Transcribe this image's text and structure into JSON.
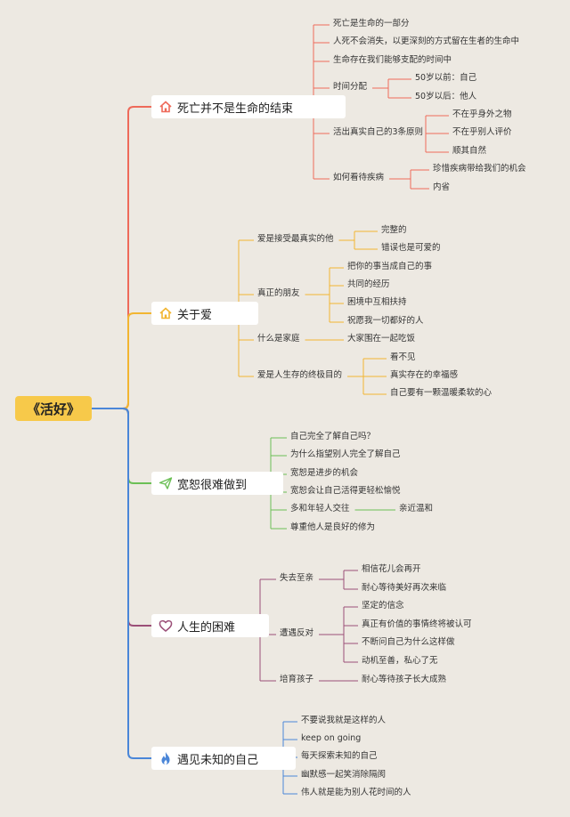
{
  "root": {
    "label": "《活好》"
  },
  "branches": [
    {
      "label": "死亡并不是生命的结束",
      "icon": "home-icon",
      "color": "#ee6a5a",
      "children": [
        {
          "label": "死亡是生命的一部分"
        },
        {
          "label": "人死不会消失，以更深刻的方式留在生者的生命中"
        },
        {
          "label": "生命存在我们能够支配的时间中"
        },
        {
          "label": "时间分配",
          "children": [
            {
              "label": "50岁以前：自己"
            },
            {
              "label": "50岁以后：他人"
            }
          ]
        },
        {
          "label": "活出真实自己的3条原则",
          "children": [
            {
              "label": "不在乎身外之物"
            },
            {
              "label": "不在乎别人评价"
            },
            {
              "label": "顺其自然"
            }
          ]
        },
        {
          "label": "如何看待疾病",
          "children": [
            {
              "label": "珍惜疾病带给我们的机会"
            },
            {
              "label": "内省"
            }
          ]
        }
      ]
    },
    {
      "label": "关于爱",
      "icon": "home-icon",
      "color": "#f2b531",
      "children": [
        {
          "label": "爱是接受最真实的他",
          "children": [
            {
              "label": "完整的"
            },
            {
              "label": "错误也是可爱的"
            }
          ]
        },
        {
          "label": "真正的朋友",
          "children": [
            {
              "label": "把你的事当成自己的事"
            },
            {
              "label": "共同的经历"
            },
            {
              "label": "困境中互相扶持"
            },
            {
              "label": "祝愿我一切都好的人"
            }
          ]
        },
        {
          "label": "什么是家庭",
          "children": [
            {
              "label": "大家围在一起吃饭"
            }
          ]
        },
        {
          "label": "爱是人生存的终极目的",
          "children": [
            {
              "label": "看不见"
            },
            {
              "label": "真实存在的幸福感"
            },
            {
              "label": "自己要有一颗温暖柔软的心"
            }
          ]
        }
      ]
    },
    {
      "label": "宽恕很难做到",
      "icon": "paper-plane-icon",
      "color": "#6bbf55",
      "children": [
        {
          "label": "自己完全了解自己吗？"
        },
        {
          "label": "为什么指望别人完全了解自己"
        },
        {
          "label": "宽恕是进步的机会"
        },
        {
          "label": "宽恕会让自己活得更轻松愉悦"
        },
        {
          "label": "多和年轻人交往",
          "children": [
            {
              "label": "亲近温和"
            }
          ]
        },
        {
          "label": "尊重他人是良好的修为"
        }
      ]
    },
    {
      "label": "人生的困难",
      "icon": "heart-icon",
      "color": "#9b4f78",
      "children": [
        {
          "label": "失去至亲",
          "children": [
            {
              "label": "相信花儿会再开"
            },
            {
              "label": "耐心等待美好再次来临"
            }
          ]
        },
        {
          "label": "遭遇反对",
          "children": [
            {
              "label": "坚定的信念"
            },
            {
              "label": "真正有价值的事情终将被认可"
            },
            {
              "label": "不断问自己为什么这样做"
            },
            {
              "label": "动机至善，私心了无"
            }
          ]
        },
        {
          "label": "培育孩子",
          "children": [
            {
              "label": "耐心等待孩子长大成熟"
            }
          ]
        }
      ]
    },
    {
      "label": "遇见未知的自己",
      "icon": "fire-icon",
      "color": "#4a86d8",
      "children": [
        {
          "label": "不要说我就是这样的人"
        },
        {
          "label": "keep on going"
        },
        {
          "label": "每天探索未知的自己"
        },
        {
          "label": "幽默感一起笑消除隔阂"
        },
        {
          "label": "伟人就是能为别人花时间的人"
        }
      ]
    }
  ]
}
